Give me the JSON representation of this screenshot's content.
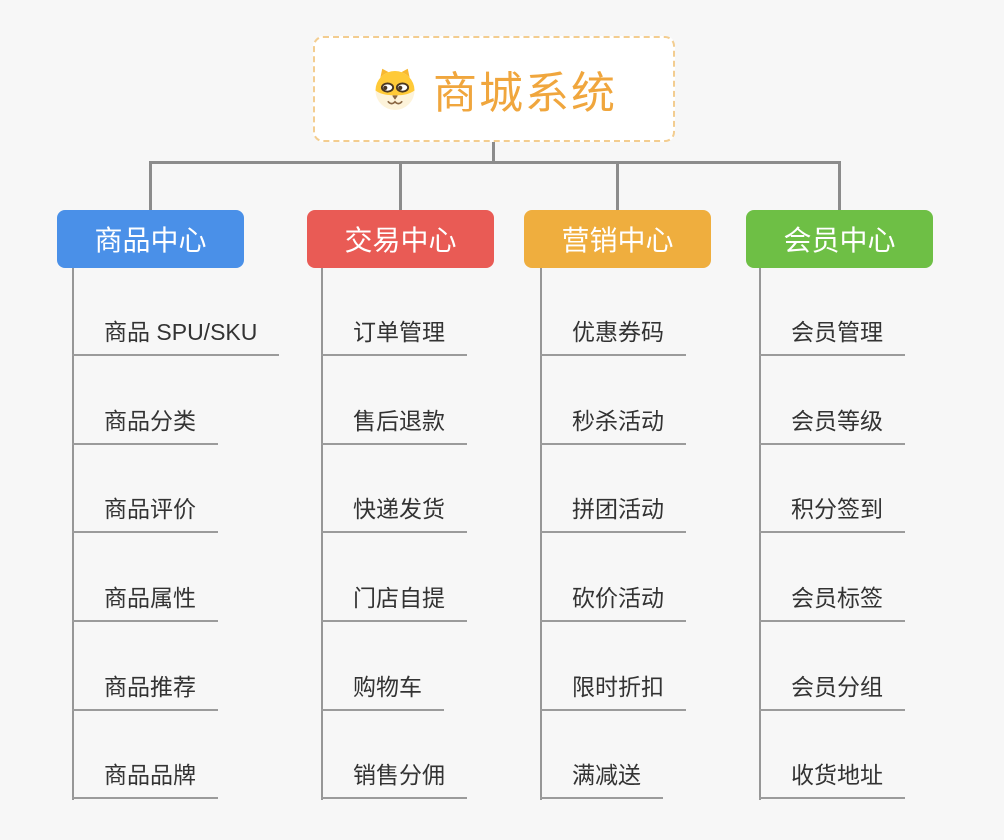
{
  "root": {
    "title": "商城系统",
    "icon": "dog-face-icon"
  },
  "branches": [
    {
      "label": "商品中心",
      "color": "#4a90e8",
      "items": [
        "商品 SPU/SKU",
        "商品分类",
        "商品评价",
        "商品属性",
        "商品推荐",
        "商品品牌"
      ]
    },
    {
      "label": "交易中心",
      "color": "#e95b55",
      "items": [
        "订单管理",
        "售后退款",
        "快递发货",
        "门店自提",
        "购物车",
        "销售分佣"
      ]
    },
    {
      "label": "营销中心",
      "color": "#efae3e",
      "items": [
        "优惠券码",
        "秒杀活动",
        "拼团活动",
        "砍价活动",
        "限时折扣",
        "满减送"
      ]
    },
    {
      "label": "会员中心",
      "color": "#6ebf45",
      "items": [
        "会员管理",
        "会员等级",
        "积分签到",
        "会员标签",
        "会员分组",
        "收货地址"
      ]
    }
  ],
  "colors": {
    "background": "#f7f7f7",
    "root_border": "#f3cd90",
    "root_text": "#f0a63d",
    "connector": "#8c8c8c",
    "leaf_line": "#9b9b9b",
    "leaf_text": "#333333"
  }
}
